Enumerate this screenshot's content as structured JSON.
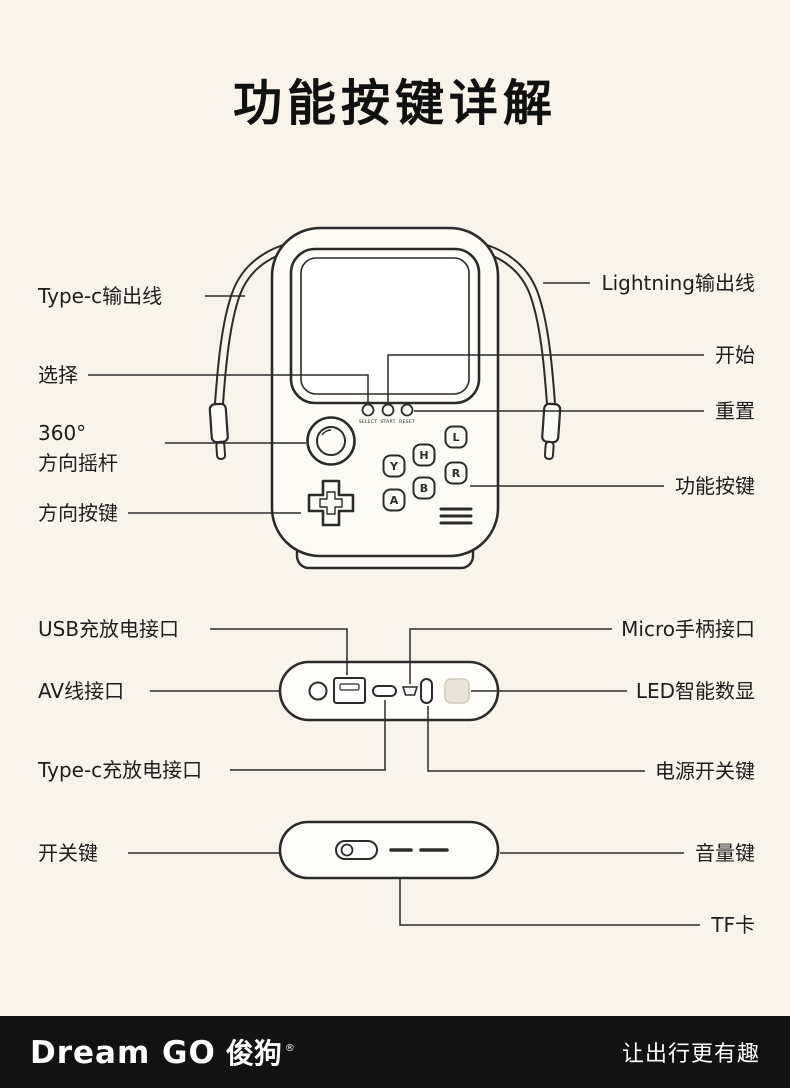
{
  "title": "功能按键详解",
  "callouts": {
    "left": {
      "typec_out": "Type-c输出线",
      "select": "选择",
      "stick": "360°\n方向摇杆",
      "dpad": "方向按键",
      "usb": "USB充放电接口",
      "av": "AV线接口",
      "typec_charge": "Type-c充放电接口",
      "switch": "开关键"
    },
    "right": {
      "lightning": "Lightning输出线",
      "start": "开始",
      "reset": "重置",
      "func_buttons": "功能按键",
      "micro": "Micro手柄接口",
      "led": "LED智能数显",
      "power": "电源开关键",
      "volume": "音量键",
      "tf": "TF卡"
    }
  },
  "device": {
    "select_label": "SELECT",
    "start_label": "START",
    "reset_label": "RESET",
    "buttons": [
      "L",
      "H",
      "R",
      "Y",
      "B",
      "A"
    ]
  },
  "footer": {
    "brand": "Dream GO",
    "brand_cn": "俊狗",
    "reg": "®",
    "slogan": "让出行更有趣"
  },
  "colors": {
    "background": "#f8f4ec",
    "line": "#2b2b2b",
    "device_fill": "#fdfbf5",
    "footer_bg": "#121212",
    "footer_text": "#ffffff"
  }
}
